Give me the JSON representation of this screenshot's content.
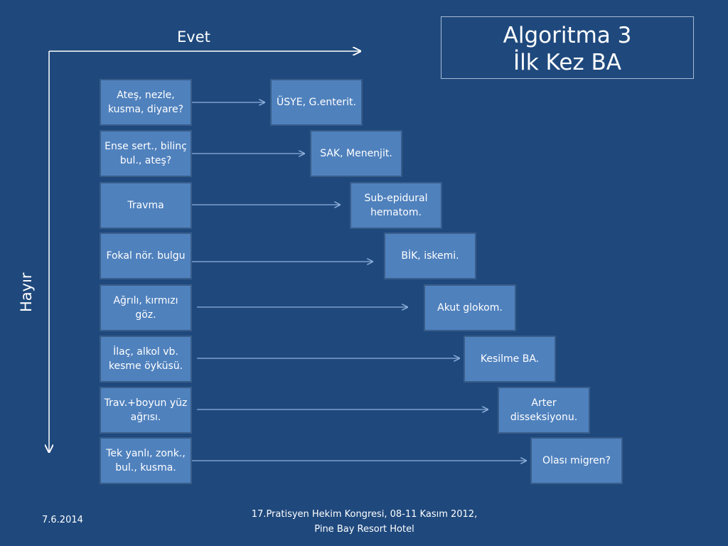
{
  "title": {
    "line1": "Algoritma 3",
    "line2": "İlk Kez BA"
  },
  "axes": {
    "x_label": "Evet",
    "y_label": "Hayır"
  },
  "rows": [
    {
      "question": "Ateş, nezle, kusma, diyare?",
      "answer": "ÜSYE, G.enterit."
    },
    {
      "question": "Ense sert., bilinç bul., ateş?",
      "answer": "SAK, Menenjit."
    },
    {
      "question": "Travma",
      "answer": "Sub-epidural hematom."
    },
    {
      "question": "Fokal nör. bulgu",
      "answer": "BİK, iskemi."
    },
    {
      "question": "Ağrılı, kırmızı göz.",
      "answer": "Akut glokom."
    },
    {
      "question": "İlaç, alkol vb. kesme öyküsü.",
      "answer": "Kesilme BA."
    },
    {
      "question": "Trav.+boyun yüz ağrısı.",
      "answer": "Arter disseksiyonu."
    },
    {
      "question": "Tek yanlı, zonk., bul., kusma.",
      "answer": "Olası migren?"
    }
  ],
  "footer": {
    "date": "7.6.2014",
    "event": "17.Pratisyen Hekim Kongresi, 08-11 Kasım 2012, Pine Bay Resort Hotel"
  }
}
